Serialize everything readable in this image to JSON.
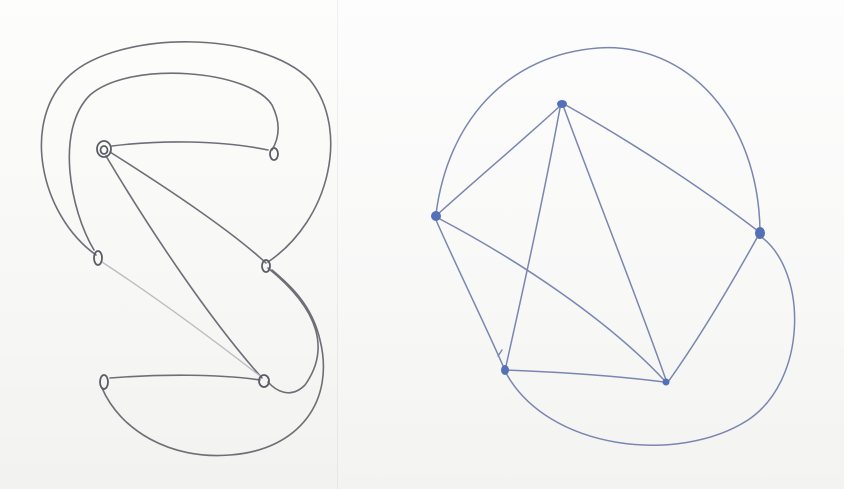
{
  "colors": {
    "pencil": "#6e6e78",
    "pencil_light": "#b4b4bc",
    "ink_blue": "#6a7fb8",
    "vertex_blue": "#5470b8",
    "paper": "#fbfbfa"
  },
  "graphs": [
    {
      "id": "left-graph",
      "vertex_style": "hollow-circle",
      "vertex_count": 6,
      "edge_count": 9
    },
    {
      "id": "right-graph",
      "vertex_style": "filled-dot",
      "vertex_count": 5,
      "edge_count": 10
    }
  ]
}
